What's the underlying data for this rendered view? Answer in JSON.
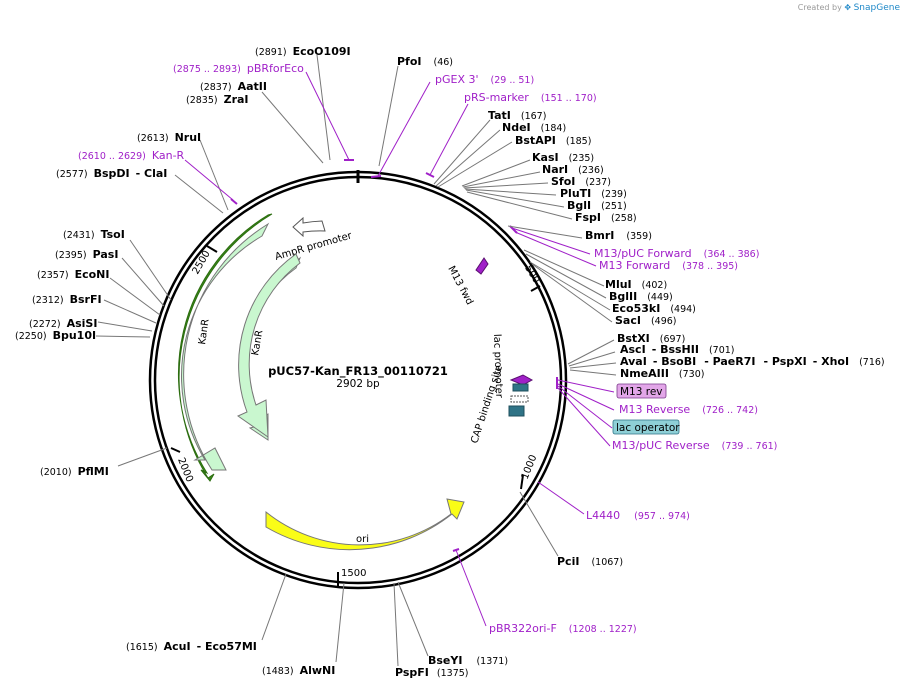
{
  "credit": {
    "created_by": "Created by",
    "app": "SnapGene"
  },
  "plasmid": {
    "name": "pUC57-Kan_FR13_00110721",
    "length_label": "2902 bp",
    "length": 2902
  },
  "ticks": [
    {
      "bp": 500,
      "label": "500"
    },
    {
      "bp": 1000,
      "label": "1000"
    },
    {
      "bp": 1500,
      "label": "1500"
    },
    {
      "bp": 2000,
      "label": "2000"
    },
    {
      "bp": 2500,
      "label": "2500"
    }
  ],
  "features": [
    {
      "name": "AmpR promoter",
      "type": "promoter"
    },
    {
      "name": "KanR",
      "type": "cds",
      "id": "kanr-outer"
    },
    {
      "name": "KanR",
      "type": "cds",
      "id": "kanr-inner"
    },
    {
      "name": "M13 fwd",
      "type": "primer"
    },
    {
      "name": "lac promoter",
      "type": "promoter"
    },
    {
      "name": "CAP binding site",
      "type": "protein_bind"
    },
    {
      "name": "ori",
      "type": "rep_origin"
    }
  ],
  "boxed_labels": [
    {
      "text": "M13 rev",
      "color": "#e2a6e8"
    },
    {
      "text": "lac operator",
      "color": "#8ecfd6"
    }
  ],
  "sites": [
    {
      "name": "EcoO109I",
      "pos": "(2891)"
    },
    {
      "name": "AatII",
      "pos": "(2837)"
    },
    {
      "name": "ZraI",
      "pos": "(2835)"
    },
    {
      "name": "NruI",
      "pos": "(2613)"
    },
    {
      "name": "BspDI",
      "pos": "(2577)",
      "extra": "- ClaI"
    },
    {
      "name": "TsoI",
      "pos": "(2431)"
    },
    {
      "name": "PasI",
      "pos": "(2395)"
    },
    {
      "name": "EcoNI",
      "pos": "(2357)"
    },
    {
      "name": "BsrFI",
      "pos": "(2312)"
    },
    {
      "name": "AsiSI",
      "pos": "(2272)"
    },
    {
      "name": "Bpu10I",
      "pos": "(2250)"
    },
    {
      "name": "PflMI",
      "pos": "(2010)"
    },
    {
      "name": "AcuI",
      "pos": "(1615)",
      "extra": "- Eco57MI"
    },
    {
      "name": "AlwNI",
      "pos": "(1483)"
    },
    {
      "name": "BseYI",
      "pos": "(1371)"
    },
    {
      "name": "PspFI",
      "pos": "(1375)"
    },
    {
      "name": "PciI",
      "pos": "(1067)"
    },
    {
      "name": "PfoI",
      "pos": "(46)"
    },
    {
      "name": "TatI",
      "pos": "(167)"
    },
    {
      "name": "NdeI",
      "pos": "(184)"
    },
    {
      "name": "BstAPI",
      "pos": "(185)"
    },
    {
      "name": "KasI",
      "pos": "(235)"
    },
    {
      "name": "NarI",
      "pos": "(236)"
    },
    {
      "name": "SfoI",
      "pos": "(237)"
    },
    {
      "name": "PluTI",
      "pos": "(239)"
    },
    {
      "name": "BglI",
      "pos": "(251)"
    },
    {
      "name": "FspI",
      "pos": "(258)"
    },
    {
      "name": "BmrI",
      "pos": "(359)"
    },
    {
      "name": "MluI",
      "pos": "(402)"
    },
    {
      "name": "BglII",
      "pos": "(449)"
    },
    {
      "name": "Eco53kI",
      "pos": "(494)"
    },
    {
      "name": "SacI",
      "pos": "(496)"
    },
    {
      "name": "BstXI",
      "pos": "(697)"
    },
    {
      "name": "AscI",
      "pos": "(701)",
      "extra": "- BssHII"
    },
    {
      "name": "AvaI",
      "extra": "- BsoBI",
      "extra2": "- PaeR7I",
      "extra3": "- PspXI",
      "extra4": "- XhoI",
      "pos": "(716)"
    },
    {
      "name": "NmeAIII",
      "pos": "(730)"
    }
  ],
  "primers": [
    {
      "name": "pBRforEco",
      "range": "(2875 .. 2893)"
    },
    {
      "name": "Kan-R",
      "range": "(2610 .. 2629)"
    },
    {
      "name": "pGEX 3'",
      "range": "(29 .. 51)"
    },
    {
      "name": "pRS-marker",
      "range": "(151 .. 170)"
    },
    {
      "name": "M13/pUC Forward",
      "range": "(364 .. 386)"
    },
    {
      "name": "M13 Forward",
      "range": "(378 .. 395)"
    },
    {
      "name": "M13 Reverse",
      "range": "(726 .. 742)"
    },
    {
      "name": "M13/pUC Reverse",
      "range": "(739 .. 761)"
    },
    {
      "name": "L4440",
      "range": "(957 .. 974)"
    },
    {
      "name": "pBR322ori-F",
      "range": "(1208 .. 1227)"
    }
  ]
}
